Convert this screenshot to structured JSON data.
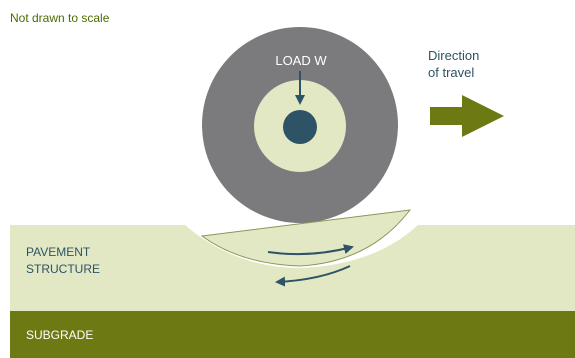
{
  "note": "Not drawn to scale",
  "load_label": "LOAD W",
  "direction_label": {
    "line1": "Direction",
    "line2": "of travel"
  },
  "layers": {
    "pavement": {
      "line1": "PAVEMENT",
      "line2": "STRUCTURE"
    },
    "subgrade": "SUBGRADE"
  },
  "colors": {
    "note_text": "#4a6b00",
    "tire": "#7b7b7e",
    "rim": "#e2e8c3",
    "hub": "#2e5366",
    "arrow_dark": "#2e5366",
    "direction_arrow": "#6d7a14",
    "direction_text": "#2e5366",
    "pavement": "#e2e8c3",
    "pavement_text": "#2e5366",
    "subgrade": "#6d7a14",
    "subgrade_text": "#ffffff",
    "outline": "#8a9659"
  }
}
